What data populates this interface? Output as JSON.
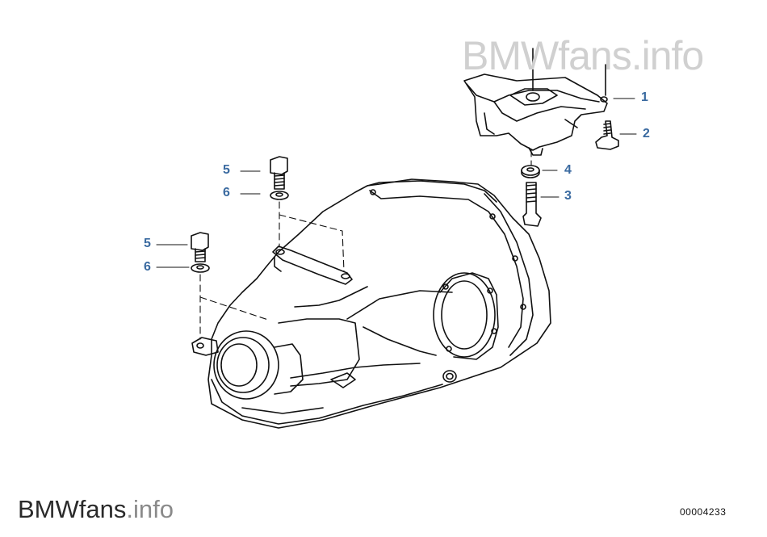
{
  "watermark_top": "BMWfans.info",
  "watermark_bottom": {
    "brand": "BMWfans",
    "suffix": ".info"
  },
  "diagram_id": "00004233",
  "callouts": {
    "c1": "1",
    "c2": "2",
    "c3": "3",
    "c4": "4",
    "c5a": "5",
    "c6a": "6",
    "c5b": "5",
    "c6b": "6"
  },
  "colors": {
    "callout": "#3a6aa0",
    "line": "#111111",
    "watermark": "#d0d0d0"
  }
}
